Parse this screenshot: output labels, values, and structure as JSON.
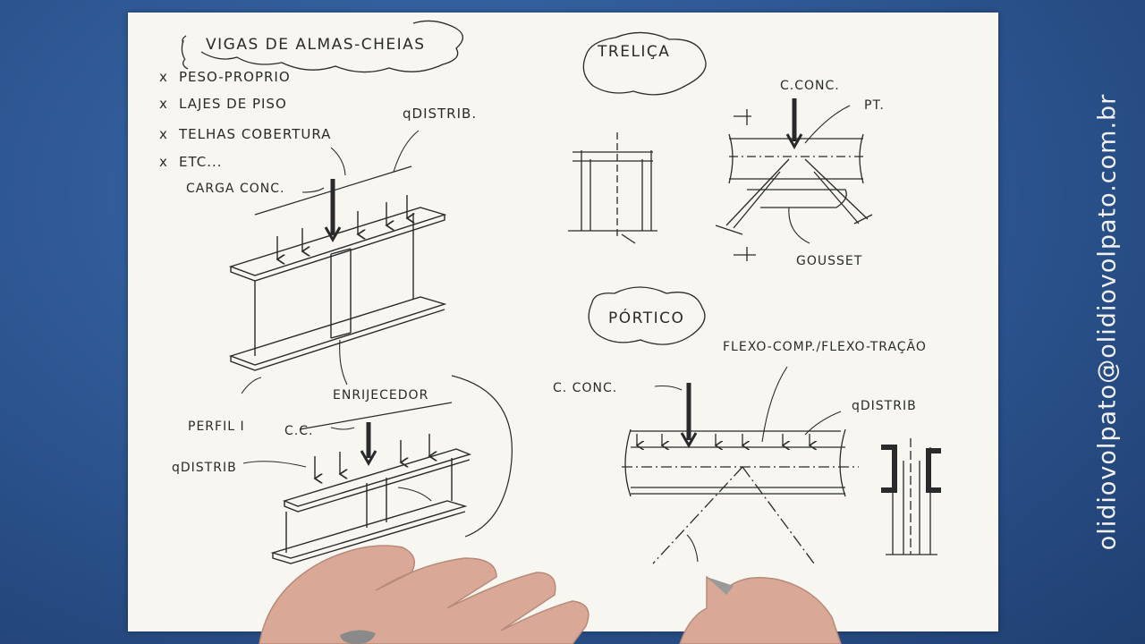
{
  "watermark": "olidiovolpato@olidiovolpato.com.br",
  "sketch": {
    "title_vigas": "VIGAS DE ALMAS-CHEIAS",
    "loads_list": [
      "PESO-PROPRIO",
      "LAJES DE PISO",
      "TELHAS COBERTURA",
      "ETC..."
    ],
    "label_qdistrib_1": "qDISTRIB.",
    "label_carga_conc": "CARGA CONC.",
    "label_enrijecedor": "ENRIJECEDOR",
    "label_perfil_i": "PERFIL I",
    "label_cc": "C.C.",
    "label_qdistrib_2": "qDISTRIB",
    "title_trelica": "TRELIÇA",
    "label_c_conc_1": "C.CONC.",
    "label_pt": "PT.",
    "label_gousset": "GOUSSET",
    "title_portico": "PÓRTICO",
    "label_flexo": "FLEXO-COMP./FLEXO-TRAÇÃO",
    "label_c_conc_2": "C. CONC.",
    "label_qdistrib_3": "qDISTRIB"
  },
  "colors": {
    "background": "#2c548f",
    "paper": "#f7f6f1",
    "ink": "#2a2a2a",
    "skin": "#d9a896"
  }
}
